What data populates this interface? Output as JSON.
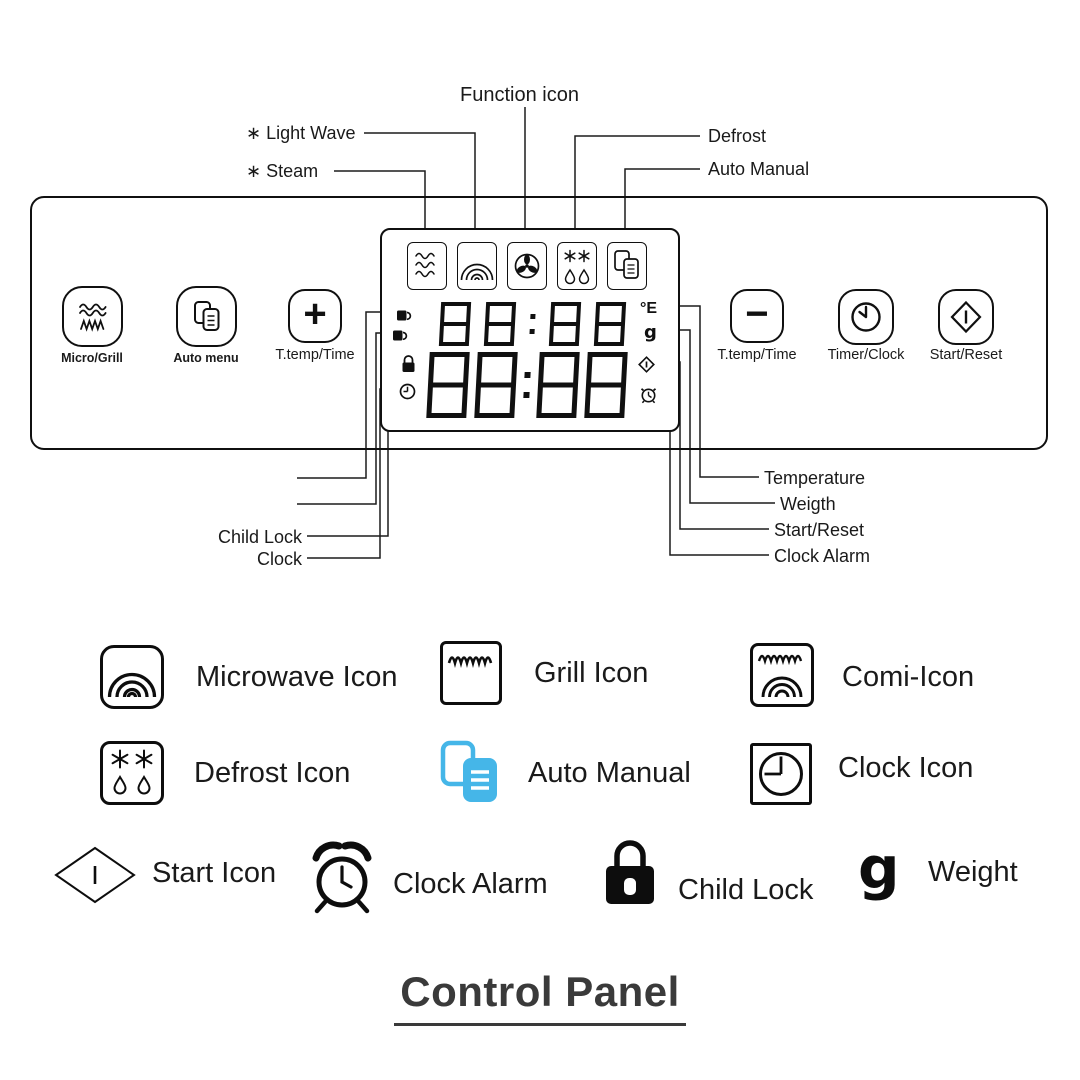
{
  "annotations": {
    "function_icon": "Function icon",
    "light_wave": "∗  Light Wave",
    "steam": "∗  Steam",
    "defrost": "Defrost",
    "auto_manual": "Auto Manual",
    "child_lock": "Child Lock",
    "clock": "Clock",
    "temperature": "Temperature",
    "weight": "Weigth",
    "start_reset": "Start/Reset",
    "clock_alarm": "Clock Alarm"
  },
  "panel": {
    "buttons_left": [
      {
        "label": "Micro/Grill"
      },
      {
        "label": "Auto menu"
      },
      {
        "label": "T.temp/Time",
        "symbol": "+"
      }
    ],
    "buttons_right": [
      {
        "label": "T.temp/Time",
        "symbol": "−"
      },
      {
        "label": "Timer/Clock"
      },
      {
        "label": "Start/Reset"
      }
    ],
    "display": {
      "small_time": "88:88",
      "large_time": "88:88",
      "temp_unit": "°E",
      "weight_unit": "g"
    }
  },
  "legend": [
    {
      "label": "Microwave Icon"
    },
    {
      "label": "Grill Icon"
    },
    {
      "label": "Comi-Icon"
    },
    {
      "label": "Defrost Icon"
    },
    {
      "label": "Auto Manual"
    },
    {
      "label": "Clock Icon"
    },
    {
      "label": "Start Icon"
    },
    {
      "label": "Clock Alarm"
    },
    {
      "label": "Child Lock"
    },
    {
      "label": "Weight",
      "symbol": "g"
    }
  ],
  "title": "Control Panel",
  "colors": {
    "accent": "#45b6e8",
    "ink": "#111111"
  }
}
